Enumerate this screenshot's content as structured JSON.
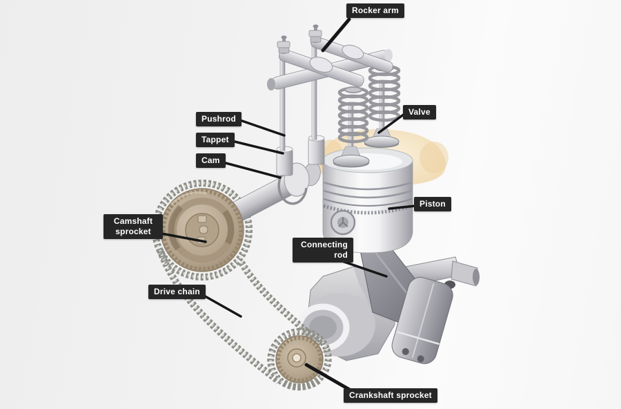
{
  "figure": {
    "labels": {
      "rocker_arm": "Rocker arm",
      "pushrod": "Pushrod",
      "tappet": "Tappet",
      "cam": "Cam",
      "valve": "Valve",
      "piston": "Piston",
      "camshaft_sprocket": "Camshaft sprocket",
      "connecting_rod": "Connecting rod",
      "drive_chain": "Drive chain",
      "crankshaft_sprocket": "Crankshaft sprocket"
    },
    "colors": {
      "label_bg": "#262626",
      "label_text": "#ffffff",
      "leader_line": "#161616",
      "sprocket_tan": "#b2a28b",
      "chain_gray": "#8e8e88",
      "metal_light": "#f2f2f4",
      "combustion_cream": "#f5e8cc",
      "background": "#f1f1f1"
    }
  }
}
